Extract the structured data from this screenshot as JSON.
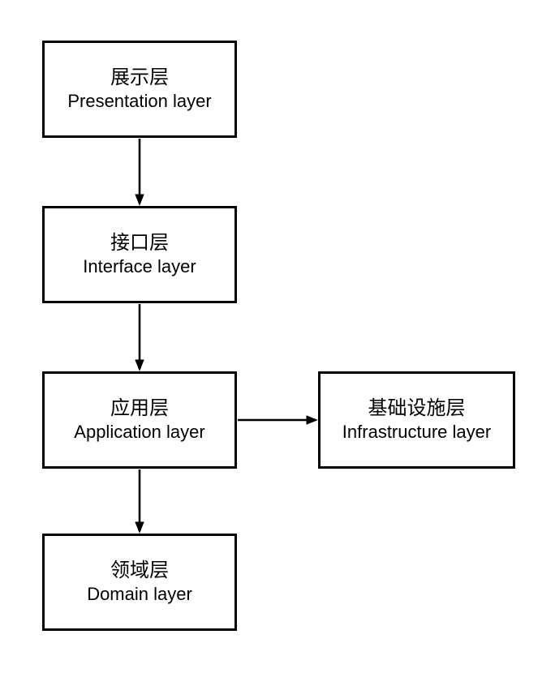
{
  "diagram": {
    "type": "flowchart",
    "title": "",
    "nodes": [
      {
        "id": "presentation-layer",
        "label_zh": "展示层",
        "label_en": "Presentation layer"
      },
      {
        "id": "interface-layer",
        "label_zh": "接口层",
        "label_en": "Interface layer"
      },
      {
        "id": "application-layer",
        "label_zh": "应用层",
        "label_en": "Application layer"
      },
      {
        "id": "infrastructure-layer",
        "label_zh": "基础设施层",
        "label_en": "Infrastructure layer"
      },
      {
        "id": "domain-layer",
        "label_zh": "领域层",
        "label_en": "Domain layer"
      }
    ],
    "edges": [
      {
        "from": "presentation-layer",
        "to": "interface-layer",
        "direction": "down"
      },
      {
        "from": "interface-layer",
        "to": "application-layer",
        "direction": "down"
      },
      {
        "from": "application-layer",
        "to": "infrastructure-layer",
        "direction": "right"
      },
      {
        "from": "application-layer",
        "to": "domain-layer",
        "direction": "down"
      }
    ],
    "colors": {
      "node_border": "#000000",
      "node_fill": "#ffffff",
      "text": "#000000",
      "arrow": "#000000",
      "background": "#ffffff"
    }
  }
}
